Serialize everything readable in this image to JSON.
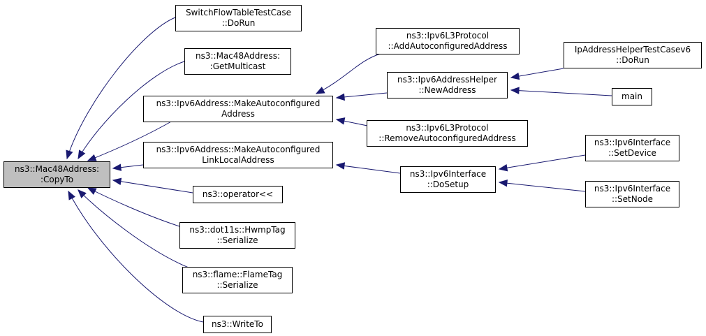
{
  "diagram": {
    "colors": {
      "edge": "#191970",
      "root_fill": "#bfbfbf",
      "node_fill": "#ffffff",
      "border": "#000000"
    },
    "nodes": [
      {
        "id": "copyto",
        "lines": [
          "ns3::Mac48Address:",
          ":CopyTo"
        ]
      },
      {
        "id": "switchflow",
        "lines": [
          "SwitchFlowTableTestCase",
          "::DoRun"
        ]
      },
      {
        "id": "getmulticast",
        "lines": [
          "ns3::Mac48Address:",
          ":GetMulticast"
        ]
      },
      {
        "id": "makeauto",
        "lines": [
          "ns3::Ipv6Address::MakeAutoconfigured",
          "Address"
        ]
      },
      {
        "id": "makeautoll",
        "lines": [
          "ns3::Ipv6Address::MakeAutoconfigured",
          "LinkLocalAddress"
        ]
      },
      {
        "id": "operator",
        "lines": [
          "ns3::operator<<"
        ]
      },
      {
        "id": "hwmp",
        "lines": [
          "ns3::dot11s::HwmpTag",
          "::Serialize"
        ]
      },
      {
        "id": "flame",
        "lines": [
          "ns3::flame::FlameTag",
          "::Serialize"
        ]
      },
      {
        "id": "writeto",
        "lines": [
          "ns3::WriteTo"
        ]
      },
      {
        "id": "addauto",
        "lines": [
          "ns3::Ipv6L3Protocol",
          "::AddAutoconfiguredAddress"
        ]
      },
      {
        "id": "newaddress",
        "lines": [
          "ns3::Ipv6AddressHelper",
          "::NewAddress"
        ]
      },
      {
        "id": "removeauto",
        "lines": [
          "ns3::Ipv6L3Protocol",
          "::RemoveAutoconfiguredAddress"
        ]
      },
      {
        "id": "dosetup",
        "lines": [
          "ns3::Ipv6Interface",
          "::DoSetup"
        ]
      },
      {
        "id": "iphelper",
        "lines": [
          "IpAddressHelperTestCasev6",
          "::DoRun"
        ]
      },
      {
        "id": "main",
        "lines": [
          "main"
        ]
      },
      {
        "id": "setdevice",
        "lines": [
          "ns3::Ipv6Interface",
          "::SetDevice"
        ]
      },
      {
        "id": "setnode",
        "lines": [
          "ns3::Ipv6Interface",
          "::SetNode"
        ]
      }
    ],
    "edges": [
      {
        "from": "switchflow",
        "to": "copyto"
      },
      {
        "from": "getmulticast",
        "to": "copyto"
      },
      {
        "from": "makeauto",
        "to": "copyto"
      },
      {
        "from": "makeautoll",
        "to": "copyto"
      },
      {
        "from": "operator",
        "to": "copyto"
      },
      {
        "from": "hwmp",
        "to": "copyto"
      },
      {
        "from": "flame",
        "to": "copyto"
      },
      {
        "from": "writeto",
        "to": "copyto"
      },
      {
        "from": "addauto",
        "to": "makeauto"
      },
      {
        "from": "newaddress",
        "to": "makeauto"
      },
      {
        "from": "removeauto",
        "to": "makeauto"
      },
      {
        "from": "dosetup",
        "to": "makeautoll"
      },
      {
        "from": "iphelper",
        "to": "newaddress"
      },
      {
        "from": "main",
        "to": "newaddress"
      },
      {
        "from": "setdevice",
        "to": "dosetup"
      },
      {
        "from": "setnode",
        "to": "dosetup"
      }
    ]
  }
}
